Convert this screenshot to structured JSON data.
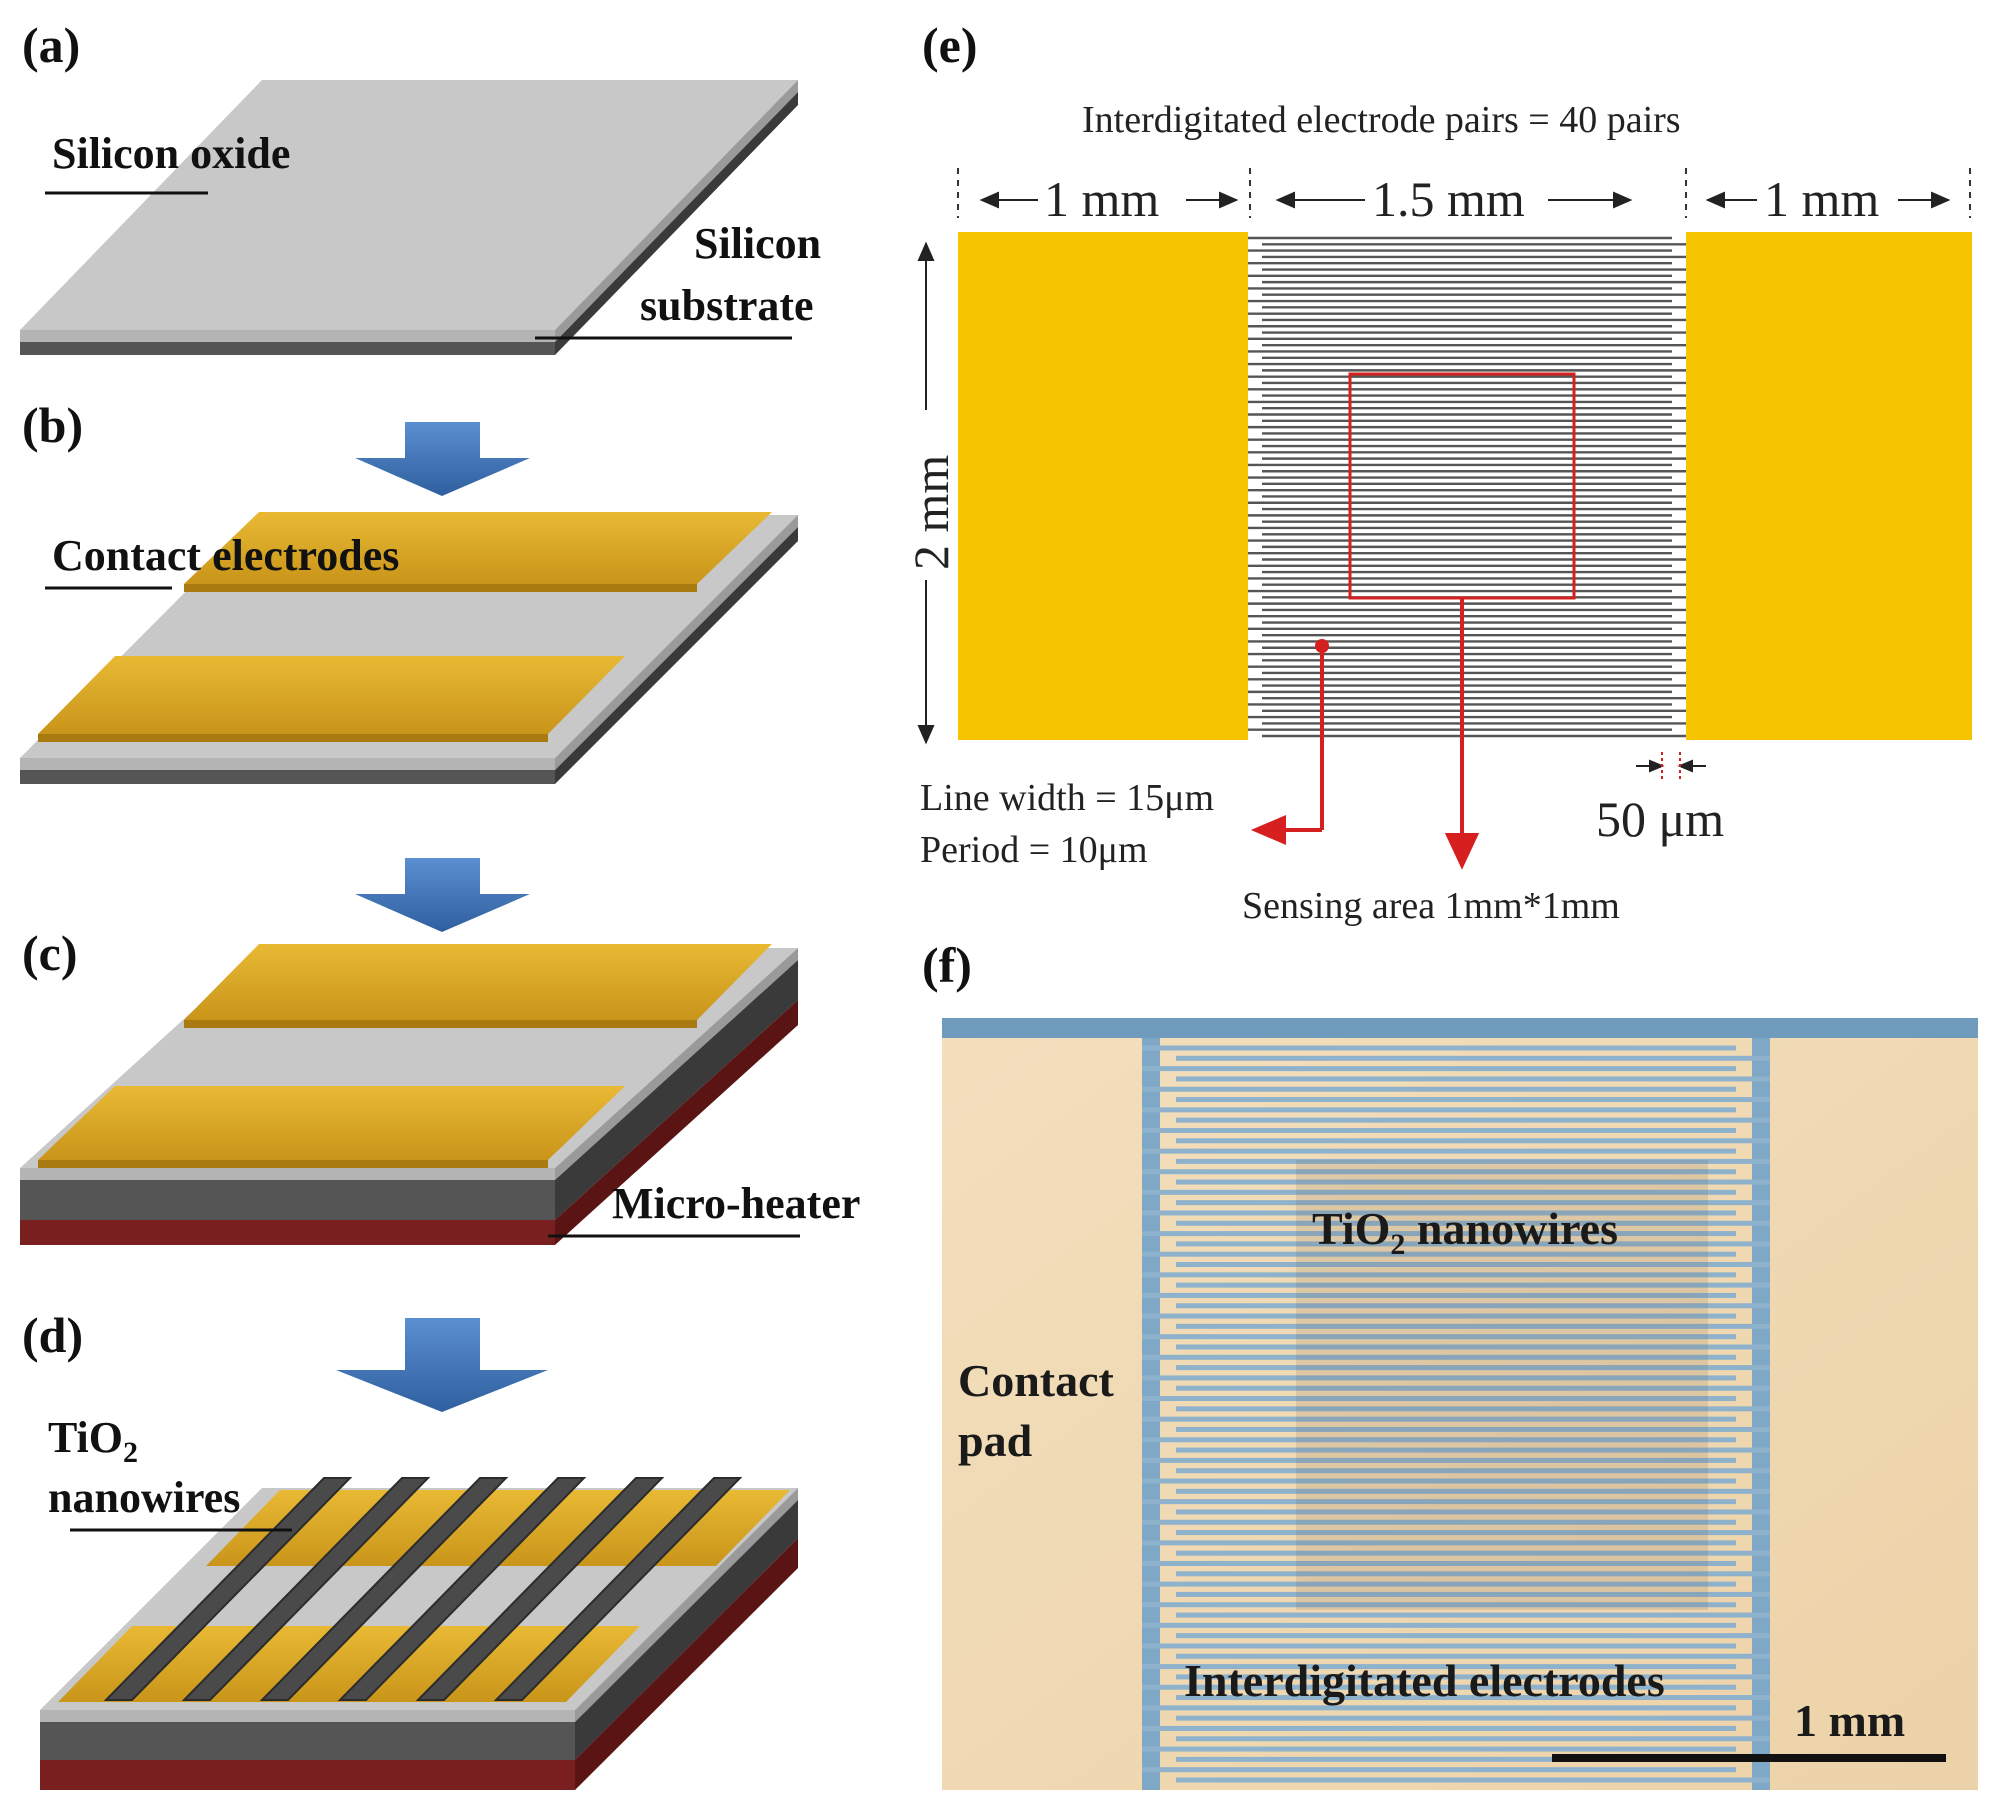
{
  "panels": {
    "a": {
      "label": "(a)",
      "silicon_oxide": "Silicon oxide",
      "silicon_line1": "Silicon",
      "silicon_line2": "substrate"
    },
    "b": {
      "label": "(b)",
      "contact_electrodes": "Contact electrodes"
    },
    "c": {
      "label": "(c)",
      "micro_heater": "Micro-heater"
    },
    "d": {
      "label": "(d)",
      "tio2_prefix": "TiO",
      "tio2_sub": "2",
      "nanowires": "nanowires"
    },
    "e": {
      "label": "(e)",
      "pairs": "Interdigitated electrode pairs = 40 pairs",
      "dim_left": "1 mm",
      "dim_mid": "1.5 mm",
      "dim_right": "1 mm",
      "dim_height": "2 mm",
      "line_width": "Line width = 15μm",
      "period": "Period = 10μm",
      "gap": "50 μm",
      "sensing_area": "Sensing area 1mm*1mm"
    },
    "f": {
      "label": "(f)",
      "tio2_prefix": "TiO",
      "tio2_sub": "2",
      "tio2_suffix": " nanowires",
      "contact_line1": "Contact",
      "contact_line2": "pad",
      "interdigitated": "Interdigitated electrodes",
      "scale": "1 mm"
    }
  },
  "colors": {
    "gold": "#f6c400",
    "electrode_gold": "#dcaa22",
    "oxide_gray": "#c6c6c6",
    "substrate_dark": "#555555",
    "heater_red": "#7a1f1f",
    "arrow_blue": "#3f74b8",
    "sensing_red": "#d62020",
    "photo_bg": "#f0d9b4",
    "photo_finger": "#7fa8c6"
  }
}
